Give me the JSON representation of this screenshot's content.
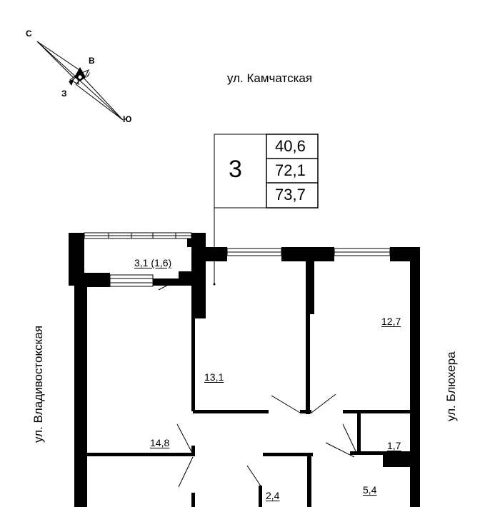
{
  "compass": {
    "north": "С",
    "east": "В",
    "west": "З",
    "south": "Ю"
  },
  "streets": {
    "top": "ул. Камчатская",
    "left": "ул. Владивостокская",
    "right": "ул. Блюхера"
  },
  "apartment": {
    "rooms_count": "3",
    "living_area": "40,6",
    "total_area": "72,1",
    "total_area_with_balcony": "73,7"
  },
  "rooms": {
    "balcony": "3,1 (1,6)",
    "bedroom_top_left": "13,1",
    "bedroom_top_right": "12,7",
    "living_left": "14,8",
    "bathroom_small": "1,7",
    "toilet": "2,4",
    "bathroom": "5,4"
  },
  "colors": {
    "wall": "#000000",
    "window_frame": "#555555",
    "background": "#ffffff"
  }
}
